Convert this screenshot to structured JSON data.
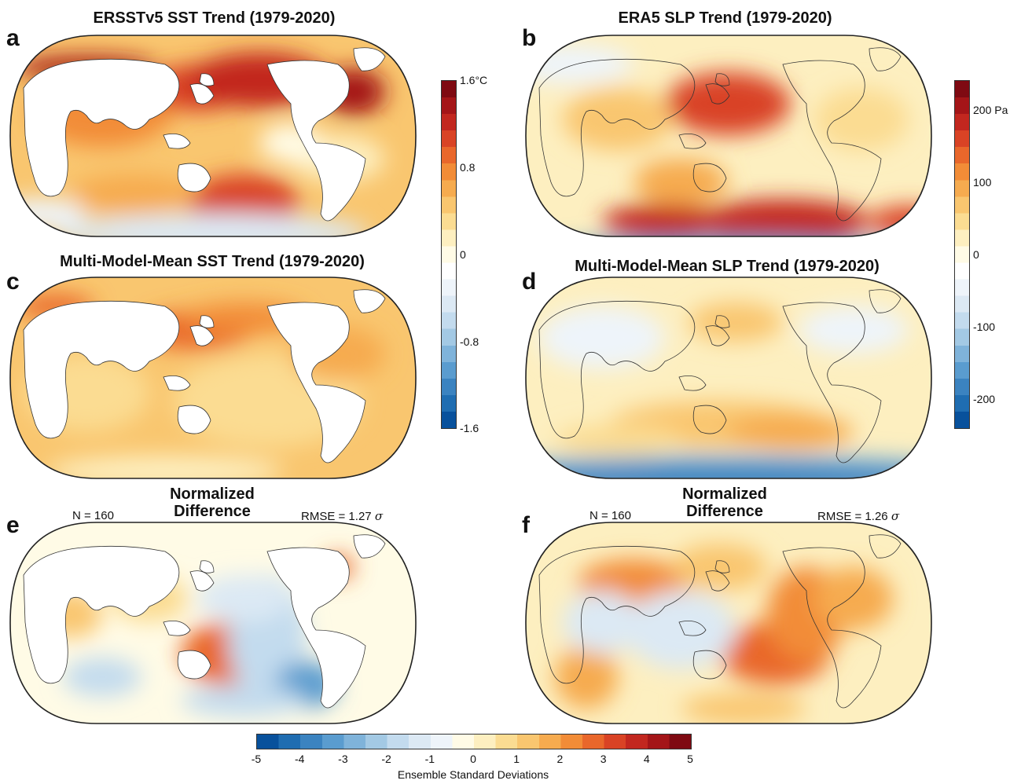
{
  "panels": [
    {
      "id": "a",
      "letter": "a",
      "title": "ERSSTv5 SST Trend (1979-2020)",
      "variable": "sst"
    },
    {
      "id": "b",
      "letter": "b",
      "title": "ERA5 SLP Trend (1979-2020)",
      "variable": "slp"
    },
    {
      "id": "c",
      "letter": "c",
      "title": "Multi-Model-Mean SST Trend (1979-2020)",
      "variable": "sst"
    },
    {
      "id": "d",
      "letter": "d",
      "title": "Multi-Model-Mean SLP Trend (1979-2020)",
      "variable": "slp"
    },
    {
      "id": "e",
      "letter": "e",
      "title_line1": "Normalized",
      "title_line2": "Difference",
      "n_label": "N = 160",
      "rmse_label": "RMSE = 1.27",
      "rmse_unit": "σ",
      "variable": "sst"
    },
    {
      "id": "f",
      "letter": "f",
      "title_line1": "Normalized",
      "title_line2": "Difference",
      "n_label": "N = 160",
      "rmse_label": "RMSE = 1.26",
      "rmse_unit": "σ",
      "variable": "slp"
    }
  ],
  "colorbars": {
    "sst": {
      "ticks": [
        "1.6°C",
        "0.8",
        "0",
        "-0.8",
        "-1.6"
      ],
      "range": [
        -1.6,
        1.6
      ]
    },
    "slp": {
      "ticks": [
        "200 Pa",
        "100",
        "0",
        "-100",
        "-200"
      ],
      "range": [
        -240,
        240
      ]
    },
    "diff": {
      "ticks": [
        "-5",
        "-4",
        "-3",
        "-2",
        "-1",
        "0",
        "1",
        "2",
        "3",
        "4",
        "5"
      ],
      "label": "Ensemble Standard Deviations",
      "range": [
        -5,
        5
      ]
    }
  },
  "colors": {
    "palette": [
      "#08519c",
      "#1f6db1",
      "#3b83c0",
      "#5a9ccf",
      "#7fb3da",
      "#a3c9e4",
      "#c3dbee",
      "#dce9f4",
      "#eef4fa",
      "#ffffff",
      "#fffbe6",
      "#fdefc0",
      "#fbdc92",
      "#f9c66f",
      "#f6ab4f",
      "#f28c37",
      "#e9672b",
      "#d94325",
      "#c2271f",
      "#a41518",
      "#7f0a12"
    ],
    "land": "#ffffff",
    "coast": "#333333"
  }
}
